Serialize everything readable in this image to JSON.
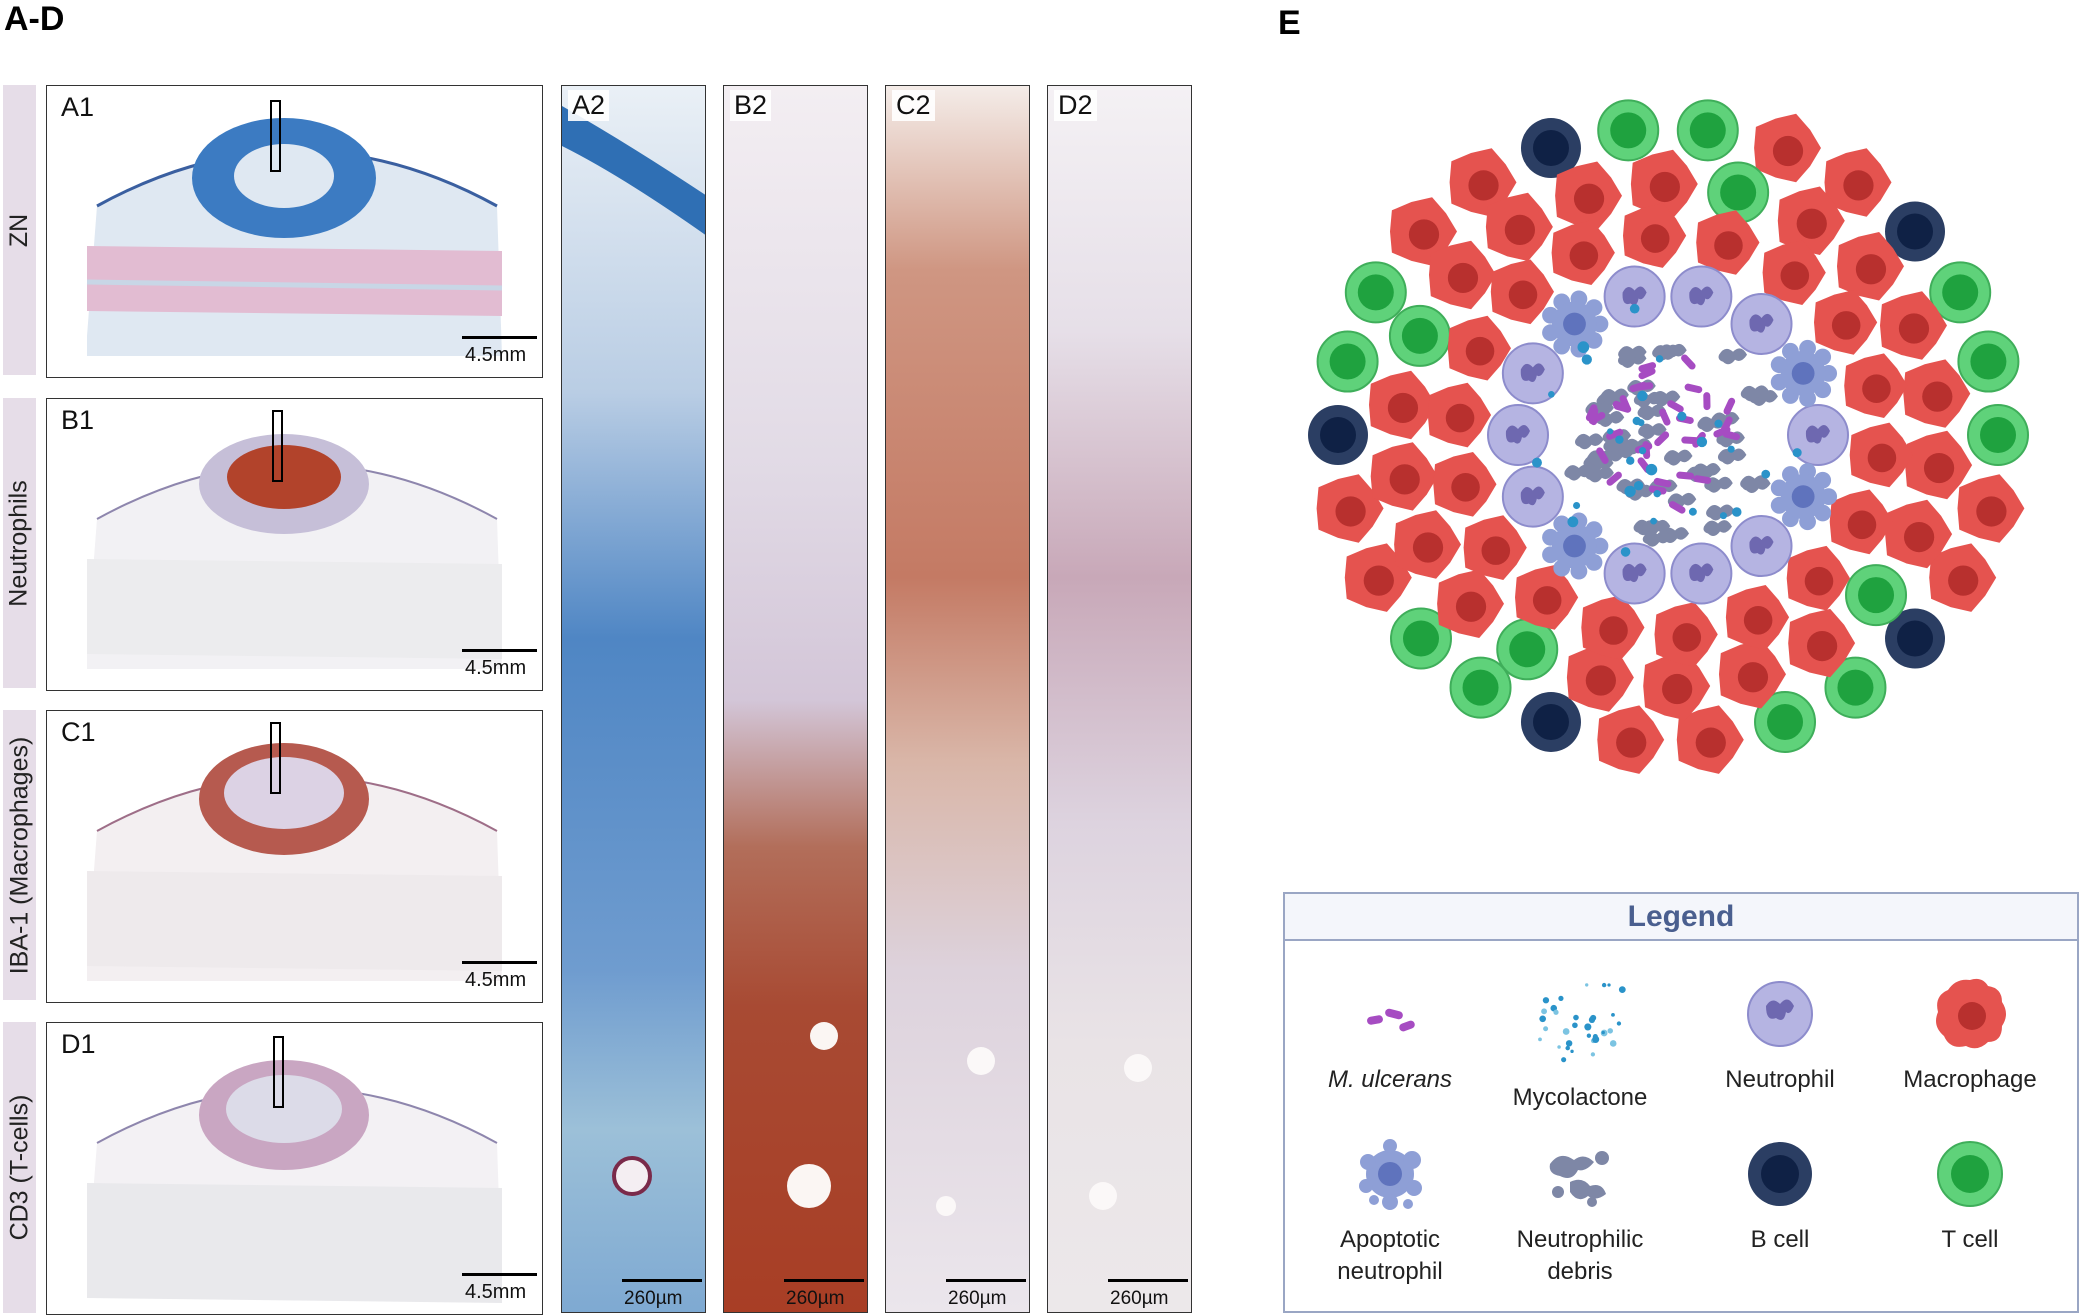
{
  "labels": {
    "ad": "A-D",
    "e": "E"
  },
  "rows": [
    {
      "label": "ZN",
      "panel": "A1",
      "scale": "4.5mm"
    },
    {
      "label": "Neutrophils",
      "panel": "B1",
      "scale": "4.5mm"
    },
    {
      "label": "IBA-1 (Macrophages)",
      "panel": "C1",
      "scale": "4.5mm"
    },
    {
      "label": "CD3 (T-cells)",
      "panel": "D1",
      "scale": "4.5mm"
    }
  ],
  "strips": [
    {
      "panel": "A2",
      "scale": "260µm"
    },
    {
      "panel": "B2",
      "scale": "260µm"
    },
    {
      "panel": "C2",
      "scale": "260µm"
    },
    {
      "panel": "D2",
      "scale": "260µm"
    }
  ],
  "legend": {
    "title": "Legend",
    "items": [
      {
        "label": "M. ulcerans",
        "icon": "m-ulcerans-icon"
      },
      {
        "label": "Mycolactone",
        "icon": "mycolactone-icon"
      },
      {
        "label": "Neutrophil",
        "icon": "neutrophil-icon"
      },
      {
        "label": "Macrophage",
        "icon": "macrophage-icon"
      },
      {
        "label": "Apoptotic neutrophil",
        "line1": "Apoptotic",
        "line2": "neutrophil",
        "icon": "apoptotic-neutrophil-icon"
      },
      {
        "label": "Neutrophilic debris",
        "line1": "Neutrophilic",
        "line2": "debris",
        "icon": "neutrophilic-debris-icon"
      },
      {
        "label": "B cell",
        "icon": "b-cell-icon"
      },
      {
        "label": "T cell",
        "icon": "t-cell-icon"
      }
    ]
  },
  "colors": {
    "macrophage": "#e5534f",
    "macrophage_nucleus": "#b8302e",
    "neutrophil": "#b5b4e2",
    "neutrophil_nucleus": "#6e68b0",
    "apoptotic": "#8e9fd6",
    "debris": "#7e87a6",
    "b_cell": "#2b3e63",
    "b_cell_nucleus": "#0f2145",
    "t_cell": "#5fd27a",
    "t_cell_nucleus": "#1fa23f",
    "m_ulcerans": "#a64cc2",
    "mycolactone": "#2a93c9",
    "zn_stain": "#2f6fb4",
    "dab_stain": "#a8402a",
    "row_label_bg": "#e6dde8",
    "legend_title": "#4a5f8f"
  }
}
